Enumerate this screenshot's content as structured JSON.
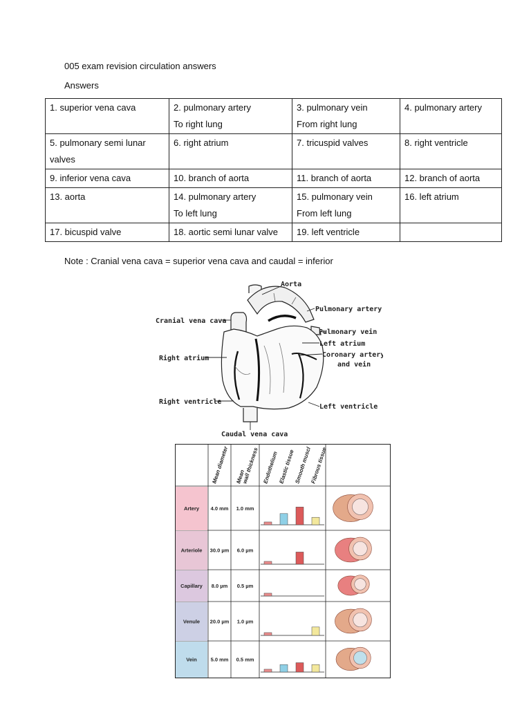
{
  "header": {
    "title": "005 exam revision circulation answers",
    "answers_heading": "Answers"
  },
  "answers_table": [
    [
      [
        "1. superior vena cava"
      ],
      [
        "2. pulmonary artery",
        "To right lung"
      ],
      [
        "3. pulmonary vein",
        "From right lung"
      ],
      [
        "4. pulmonary artery"
      ]
    ],
    [
      [
        "5. pulmonary semi lunar",
        "valves"
      ],
      [
        "6. right atrium"
      ],
      [
        "7. tricuspid valves"
      ],
      [
        "8. right ventricle"
      ]
    ],
    [
      [
        "9. inferior vena cava"
      ],
      [
        "10. branch of aorta"
      ],
      [
        "11. branch of aorta"
      ],
      [
        "12. branch of aorta"
      ]
    ],
    [
      [
        "13. aorta"
      ],
      [
        "14. pulmonary artery",
        "To left lung"
      ],
      [
        "15. pulmonary vein",
        "From left lung"
      ],
      [
        "16. left atrium"
      ]
    ],
    [
      [
        "17. bicuspid valve"
      ],
      [
        "18. aortic semi lunar valve"
      ],
      [
        "19. left ventricle"
      ],
      []
    ]
  ],
  "note": "Note : Cranial vena cava = superior vena cava   and caudal = inferior",
  "heart_diagram": {
    "labels": {
      "aorta": "Aorta",
      "pulmonary_artery": "Pulmonary artery",
      "cranial_vena_cava": "Cranial vena cava",
      "pulmonary_vein": "Pulmonary vein",
      "left_atrium": "Left atrium",
      "coronary_artery_line1": "Coronary artery",
      "coronary_artery_line2": "and vein",
      "right_atrium": "Right atrium",
      "right_ventricle": "Right ventricle",
      "left_ventricle": "Left ventricle",
      "caudal_vena_cava": "Caudal vena cava"
    }
  },
  "vessel_table": {
    "column_headers": {
      "diameter": "Mean diameter",
      "wall_line1": "Mean",
      "wall_line2": "wall thickness",
      "tissues": [
        "Endothelium",
        "Elastic tissue",
        "Smooth muscl",
        "Fibrous tissue"
      ]
    },
    "tissue_colors": [
      "#e98c8c",
      "#8fd0e6",
      "#dc5a5a",
      "#f3e89c"
    ],
    "rows": [
      {
        "name": "Artery",
        "diameter": "4.0 mm",
        "wall": "1.0 mm",
        "bars": [
          0.15,
          0.6,
          0.95,
          0.4
        ],
        "label_color": "#f5c4cf"
      },
      {
        "name": "Arteriole",
        "diameter": "30.0 µm",
        "wall": "6.0 µm",
        "bars": [
          0.15,
          0,
          0.65,
          0
        ],
        "label_color": "#e8c6d6"
      },
      {
        "name": "Capillary",
        "diameter": "8.0 µm",
        "wall": "0.5 µm",
        "bars": [
          0.15,
          0,
          0,
          0
        ],
        "label_color": "#dcc8df"
      },
      {
        "name": "Venule",
        "diameter": "20.0 µm",
        "wall": "1.0 µm",
        "bars": [
          0.15,
          0,
          0,
          0.45
        ],
        "label_color": "#cdd0e5"
      },
      {
        "name": "Vein",
        "diameter": "5.0 mm",
        "wall": "0.5 mm",
        "bars": [
          0.15,
          0.4,
          0.5,
          0.4
        ],
        "label_color": "#bfdcec"
      }
    ]
  }
}
